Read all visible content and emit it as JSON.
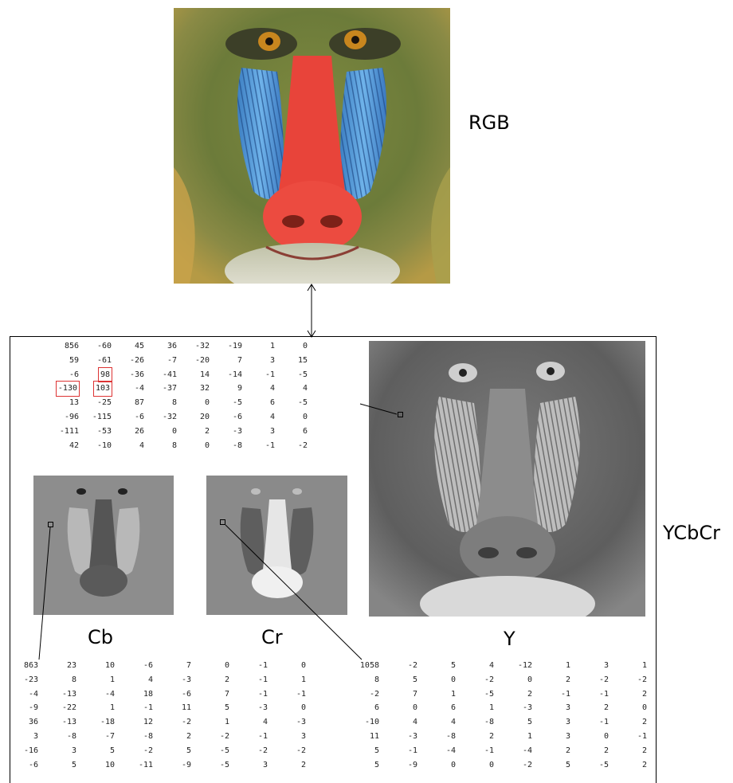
{
  "labels": {
    "rgb": "RGB",
    "ycbcr": "YCbCr",
    "cb": "Cb",
    "cr": "Cr",
    "y": "Y"
  },
  "y_matrix": [
    [
      "856",
      "-60",
      "45",
      "36",
      "-32",
      "-19",
      "1",
      "0"
    ],
    [
      "59",
      "-61",
      "-26",
      "-7",
      "-20",
      "7",
      "3",
      "15"
    ],
    [
      "-6",
      "98",
      "-36",
      "-41",
      "14",
      "-14",
      "-1",
      "-5"
    ],
    [
      "-130",
      "103",
      "-4",
      "-37",
      "32",
      "9",
      "4",
      "4"
    ],
    [
      "13",
      "-25",
      "87",
      "8",
      "0",
      "-5",
      "6",
      "-5"
    ],
    [
      "-96",
      "-115",
      "-6",
      "-32",
      "20",
      "-6",
      "4",
      "0"
    ],
    [
      "-111",
      "-53",
      "26",
      "0",
      "2",
      "-3",
      "3",
      "6"
    ],
    [
      "42",
      "-10",
      "4",
      "8",
      "0",
      "-8",
      "-1",
      "-2"
    ]
  ],
  "cb_matrix": [
    [
      "863",
      "23",
      "10",
      "-6",
      "7",
      "0",
      "-1",
      "0"
    ],
    [
      "-23",
      "8",
      "1",
      "4",
      "-3",
      "2",
      "-1",
      "1"
    ],
    [
      "-4",
      "-13",
      "-4",
      "18",
      "-6",
      "7",
      "-1",
      "-1"
    ],
    [
      "-9",
      "-22",
      "1",
      "-1",
      "11",
      "5",
      "-3",
      "0"
    ],
    [
      "36",
      "-13",
      "-18",
      "12",
      "-2",
      "1",
      "4",
      "-3"
    ],
    [
      "3",
      "-8",
      "-7",
      "-8",
      "2",
      "-2",
      "-1",
      "3"
    ],
    [
      "-16",
      "3",
      "5",
      "-2",
      "5",
      "-5",
      "-2",
      "-2"
    ],
    [
      "-6",
      "5",
      "10",
      "-11",
      "-9",
      "-5",
      "3",
      "2"
    ]
  ],
  "cr_matrix": [
    [
      "1058",
      "-2",
      "5",
      "4",
      "-12",
      "1",
      "3",
      "1"
    ],
    [
      "8",
      "5",
      "0",
      "-2",
      "0",
      "2",
      "-2",
      "-2"
    ],
    [
      "-2",
      "7",
      "1",
      "-5",
      "2",
      "-1",
      "-1",
      "2"
    ],
    [
      "6",
      "0",
      "6",
      "1",
      "-3",
      "3",
      "2",
      "0"
    ],
    [
      "-10",
      "4",
      "4",
      "-8",
      "5",
      "3",
      "-1",
      "2"
    ],
    [
      "11",
      "-3",
      "-8",
      "2",
      "1",
      "3",
      "0",
      "-1"
    ],
    [
      "5",
      "-1",
      "-4",
      "-1",
      "-4",
      "2",
      "2",
      "2"
    ],
    [
      "5",
      "-9",
      "0",
      "0",
      "-2",
      "5",
      "-5",
      "2"
    ]
  ],
  "highlighted_cells": [
    "2-1",
    "3-0",
    "3-1"
  ]
}
